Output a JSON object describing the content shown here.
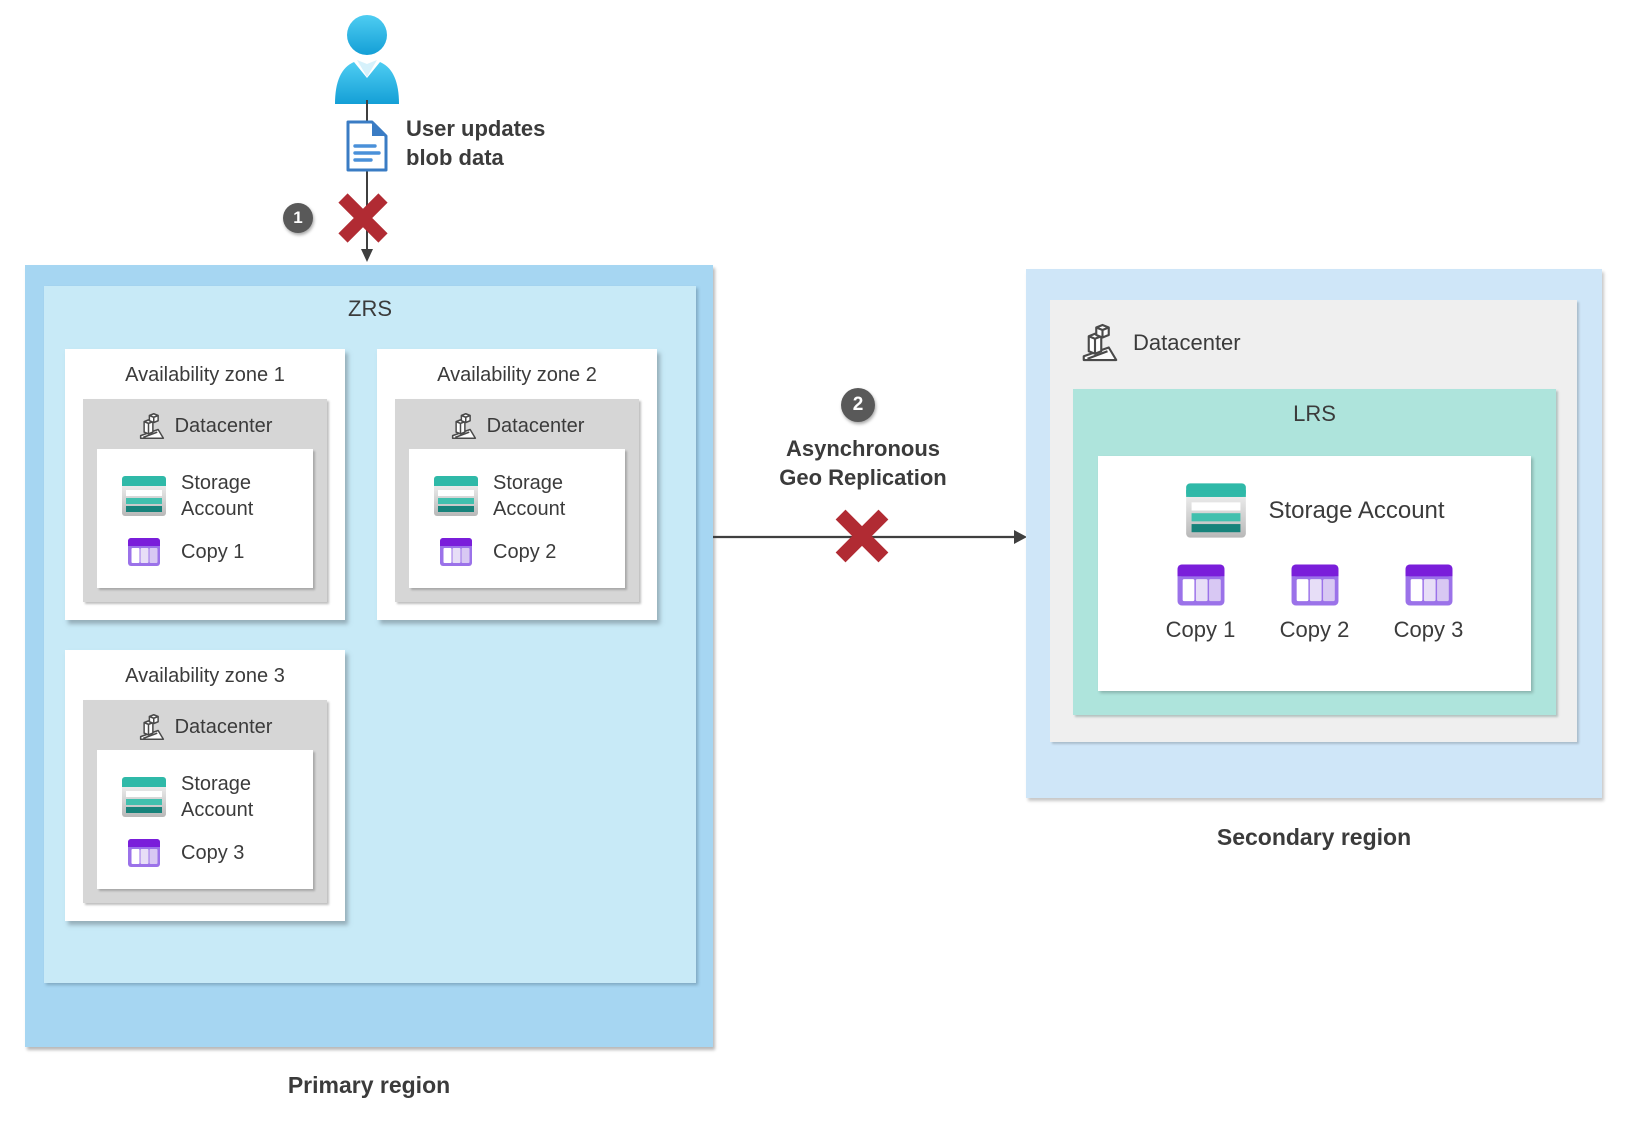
{
  "colors": {
    "accent_red": "#b12b33",
    "badge_bg": "#595959",
    "primary_region_fill": "#a6d6f2",
    "zrs_fill": "#c8eaf7",
    "zone_datacenter_fill": "#d6d6d6",
    "secondary_region_fill": "#cfe6f8",
    "secondary_datacenter_fill": "#efefef",
    "lrs_fill": "#aee4dc",
    "storage_teal": "#2fb9a8",
    "copy_purple": "#7a1eda",
    "text": "#3b3b3b"
  },
  "top": {
    "badge": "1",
    "label_line1": "User updates",
    "label_line2": "blob data"
  },
  "primary": {
    "title": "ZRS",
    "region_label": "Primary region",
    "zones": [
      {
        "title": "Availability zone 1",
        "datacenter": "Datacenter",
        "storage_line1": "Storage",
        "storage_line2": "Account",
        "copy": "Copy 1"
      },
      {
        "title": "Availability zone 2",
        "datacenter": "Datacenter",
        "storage_line1": "Storage",
        "storage_line2": "Account",
        "copy": "Copy 2"
      },
      {
        "title": "Availability zone 3",
        "datacenter": "Datacenter",
        "storage_line1": "Storage",
        "storage_line2": "Account",
        "copy": "Copy 3"
      }
    ]
  },
  "replication": {
    "badge": "2",
    "label_line1": "Asynchronous",
    "label_line2": "Geo Replication"
  },
  "secondary": {
    "region_label": "Secondary region",
    "datacenter": "Datacenter",
    "title": "LRS",
    "storage": "Storage Account",
    "copies": [
      "Copy 1",
      "Copy 2",
      "Copy 3"
    ]
  }
}
